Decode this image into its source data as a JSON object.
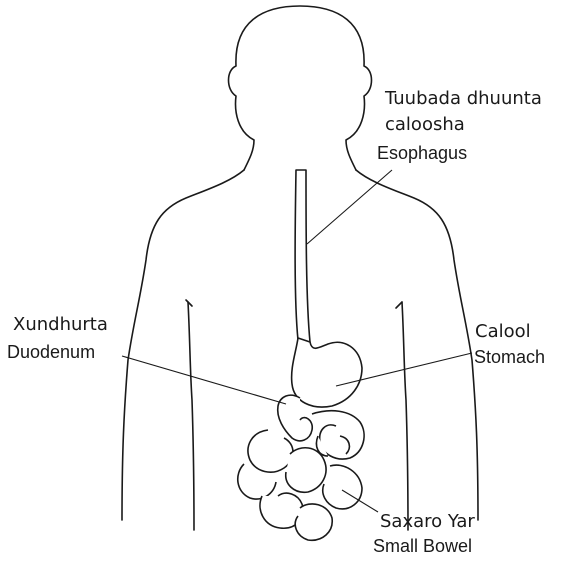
{
  "labels": {
    "esophagus": {
      "so_line1": "Tuubada dhuunta",
      "so_line2": "caloosha",
      "en": "Esophagus"
    },
    "duodenum": {
      "so": "Xundhurta",
      "en": "Duodenum"
    },
    "stomach": {
      "so": "Calool",
      "en": "Stomach"
    },
    "small_bowel": {
      "so": "Saxaro Yar",
      "en": "Small Bowel"
    }
  },
  "colors": {
    "line": "#1a1a1a",
    "background": "#ffffff"
  }
}
